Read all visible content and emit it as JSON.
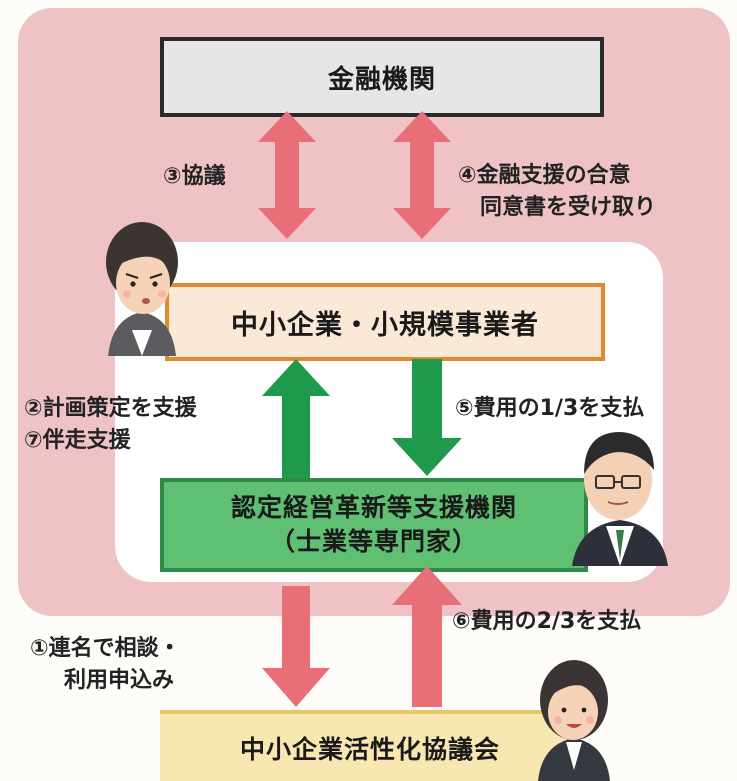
{
  "boxes": {
    "bank": "金融機関",
    "sme": "中小企業・小規模事業者",
    "support_line1": "認定経営革新等支援機関",
    "support_line2": "（士業等専門家）",
    "council": "中小企業活性化協議会"
  },
  "labels": {
    "step3": "③協議",
    "step4_line1": "④金融支援の合意",
    "step4_line2": "同意書を受け取り",
    "step2": "②計画策定を支援",
    "step7": "⑦伴走支援",
    "step5": "⑤費用の1/3を支払",
    "step6": "⑥費用の2/3を支払",
    "step1_line1": "①連名で相談・",
    "step1_line2": "利用申込み"
  },
  "colors": {
    "pink_arrow": "#e86f78",
    "green_arrow": "#1f9a4c",
    "background_pink": "#efc2c6",
    "bank_border": "#2a2a2a",
    "sme_border": "#e08a2e",
    "support_fill": "#5fbf73",
    "council_fill": "#f8e7b1"
  },
  "illustrations": [
    "worried-woman-icon",
    "man-with-glasses-icon",
    "smiling-woman-icon"
  ]
}
